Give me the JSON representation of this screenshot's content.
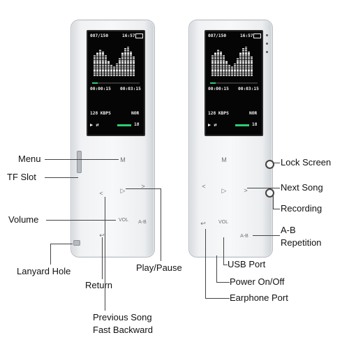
{
  "screens": [
    {
      "track": "087/150",
      "clock": "16:57",
      "time_elapsed": "00:00:15",
      "time_total": "00:03:15",
      "bitrate": "128 KBPS",
      "eq": "NOR",
      "volume": "18",
      "progress": 0.12
    },
    {
      "track": "087/150",
      "clock": "16:57",
      "time_elapsed": "00:00:15",
      "time_total": "00:03:15",
      "bitrate": "128 KBPS",
      "eq": "NOR",
      "volume": "18",
      "progress": 0.12
    }
  ],
  "buttons": {
    "menu": "M",
    "vol": "VOL",
    "ab": "A-B",
    "prev": "<",
    "next": ">",
    "play": "▷",
    "return": "↩"
  },
  "labels": {
    "menu": "Menu",
    "tf_slot": "TF Slot",
    "volume": "Volume",
    "lanyard_hole": "Lanyard Hole",
    "return": "Return",
    "play_pause": "Play/Pause",
    "prev_line1": "Previous Song",
    "prev_line2": "Fast Backward",
    "lock_screen": "Lock Screen",
    "next_song": "Next Song",
    "recording": "Recording",
    "ab_line1": "A-B",
    "ab_line2": "Repetition",
    "usb_port": "USB Port",
    "power": "Power On/Off",
    "earphone": "Earphone Port"
  },
  "colors": {
    "accent": "#2ecc71",
    "screen": "#050505",
    "body": "#f1f2f4"
  }
}
